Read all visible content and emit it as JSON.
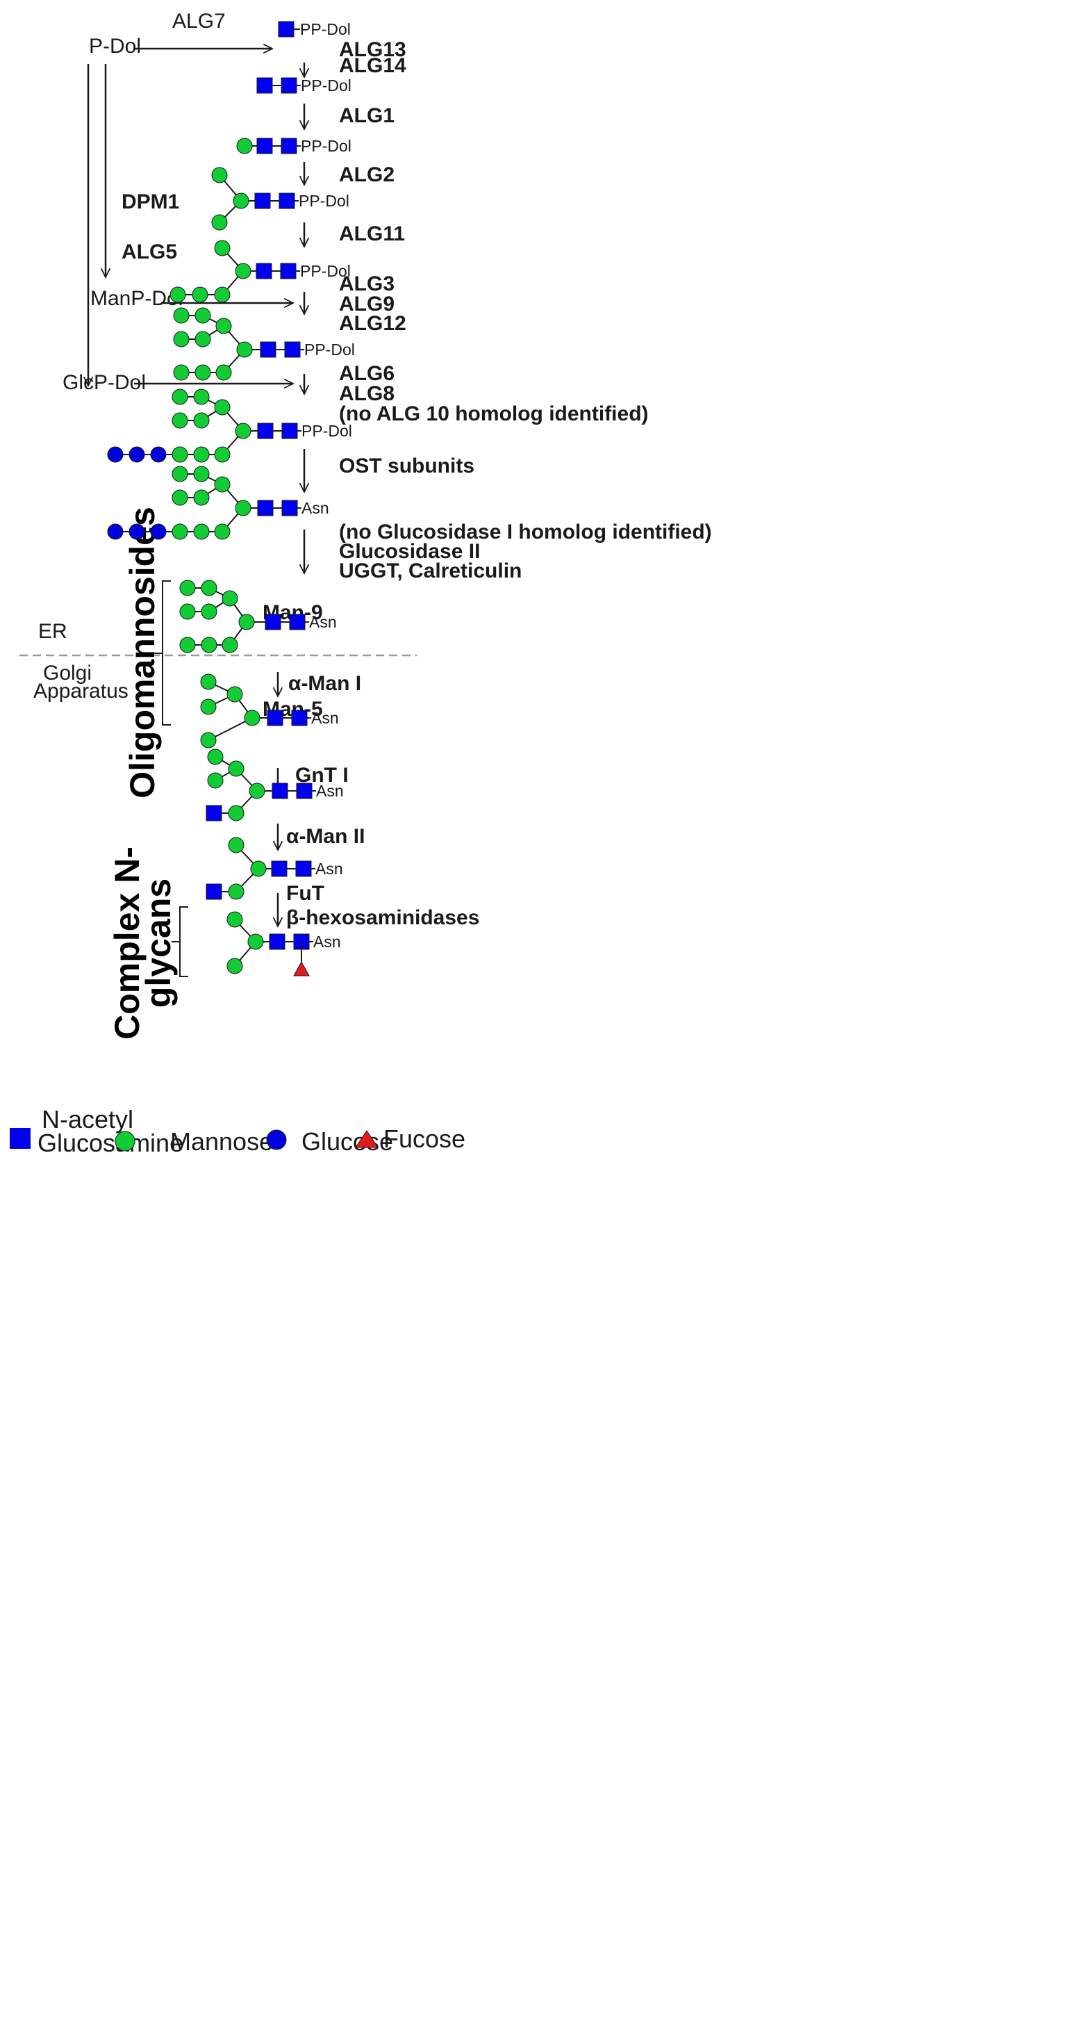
{
  "colors": {
    "glcnac": "#0000ee",
    "mannose": "#11cc33",
    "glucose": "#0000dd",
    "fucose": "#e31a1c",
    "line": "#1a1a1a"
  },
  "pathway": {
    "pdol": "P-Dol",
    "manpdol": "ManP-Dol",
    "glcpdol": "GlcP-Dol",
    "dpm1": "DPM1",
    "alg5": "ALG5",
    "steps": [
      {
        "lines": [
          "ALG7"
        ]
      },
      {
        "lines": [
          "ALG13",
          "ALG14"
        ]
      },
      {
        "lines": [
          "ALG1"
        ]
      },
      {
        "lines": [
          "ALG2"
        ]
      },
      {
        "lines": [
          "ALG11"
        ]
      },
      {
        "lines": [
          "ALG3",
          "ALG9",
          "ALG12"
        ]
      },
      {
        "lines": [
          "ALG6",
          "ALG8",
          "(no ALG 10 homolog identified)"
        ]
      },
      {
        "lines": [
          "OST subunits"
        ]
      },
      {
        "lines": [
          "(no Glucosidase I homolog identified)",
          "Glucosidase II",
          "UGGT, Calreticulin"
        ]
      },
      {
        "lines": [
          "α-Man I"
        ]
      },
      {
        "lines": [
          "GnT I"
        ]
      },
      {
        "lines": [
          "α-Man II"
        ]
      },
      {
        "lines": [
          "FuT",
          "β-hexosaminidases"
        ]
      }
    ],
    "anchors": {
      "ppdol": "PP-Dol",
      "asn": "Asn"
    },
    "man9": "Man-9",
    "man5": "Man-5"
  },
  "compartments": {
    "er": "ER",
    "golgi_line1": "Golgi",
    "golgi_line2": "Apparatus"
  },
  "groups": {
    "oligomannosides": "Oligomannosides",
    "complex_line1": "Complex N-",
    "complex_line2": "glycans"
  },
  "legend": [
    {
      "shape": "square",
      "lines": [
        "N-acetyl",
        "Glucosamine"
      ]
    },
    {
      "shape": "circle-green",
      "lines": [
        "Mannose"
      ]
    },
    {
      "shape": "circle-blue",
      "lines": [
        "Glucose"
      ]
    },
    {
      "shape": "triangle",
      "lines": [
        "Fucose"
      ]
    }
  ]
}
